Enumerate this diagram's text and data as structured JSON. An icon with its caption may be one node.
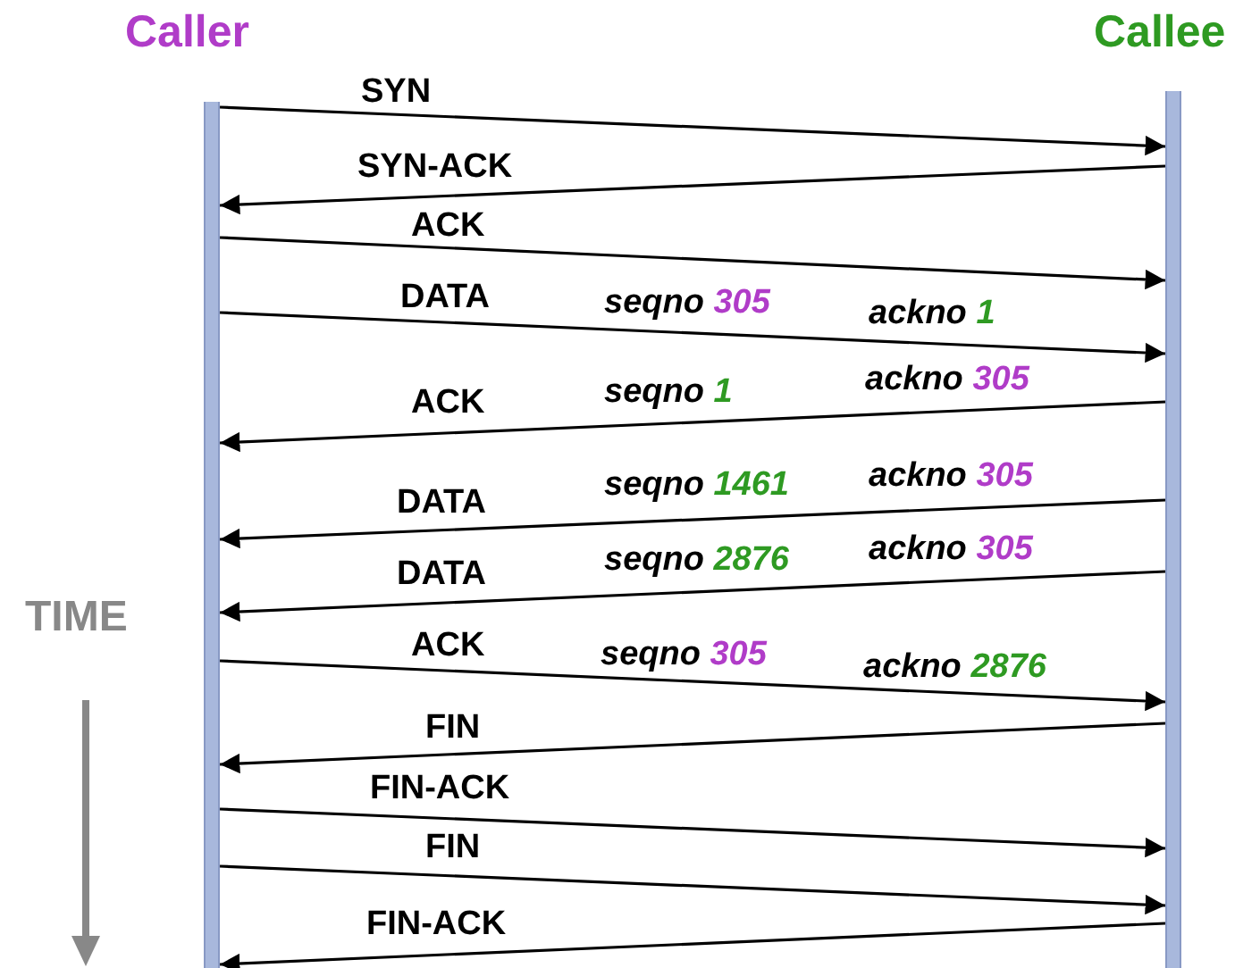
{
  "diagram": {
    "nodes": [
      {
        "text": [
          "Caller"
        ]
      },
      {
        "text": [
          "Callee"
        ]
      }
    ],
    "edges": [
      {
        "from": 0,
        "to": 1,
        "arrow": "to",
        "label": "SYN"
      },
      {
        "from": 1,
        "to": 0,
        "arrow": "to",
        "label": "SYN-ACK"
      },
      {
        "from": 0,
        "to": 1,
        "arrow": "to",
        "label": "ACK"
      },
      {
        "from": 0,
        "to": 1,
        "arrow": "to",
        "label": "DATA"
      },
      {
        "from": 1,
        "to": 0,
        "arrow": "to",
        "label": "ACK"
      },
      {
        "from": 1,
        "to": 0,
        "arrow": "to",
        "label": "DATA"
      },
      {
        "from": 1,
        "to": 0,
        "arrow": "to",
        "label": "DATA"
      },
      {
        "from": 0,
        "to": 1,
        "arrow": "to",
        "label": "ACK"
      },
      {
        "from": 1,
        "to": 0,
        "arrow": "to",
        "label": "FIN"
      },
      {
        "from": 0,
        "to": 1,
        "arrow": "to",
        "label": "FIN-ACK"
      },
      {
        "from": 0,
        "to": 1,
        "arrow": "to",
        "label": "FIN"
      },
      {
        "from": 1,
        "to": 0,
        "arrow": "to",
        "label": "FIN-ACK"
      }
    ],
    "labels": [
      "*seqno* 305",
      "*ackno* 1",
      "*seqno* 1",
      "*ackno* 305",
      "*seqno* 1461",
      "*ackno* 305",
      "*seqno* 2876",
      "*ackno* 305",
      "*seqno* 305",
      "*ackno* 2876",
      "TIME"
    ]
  }
}
